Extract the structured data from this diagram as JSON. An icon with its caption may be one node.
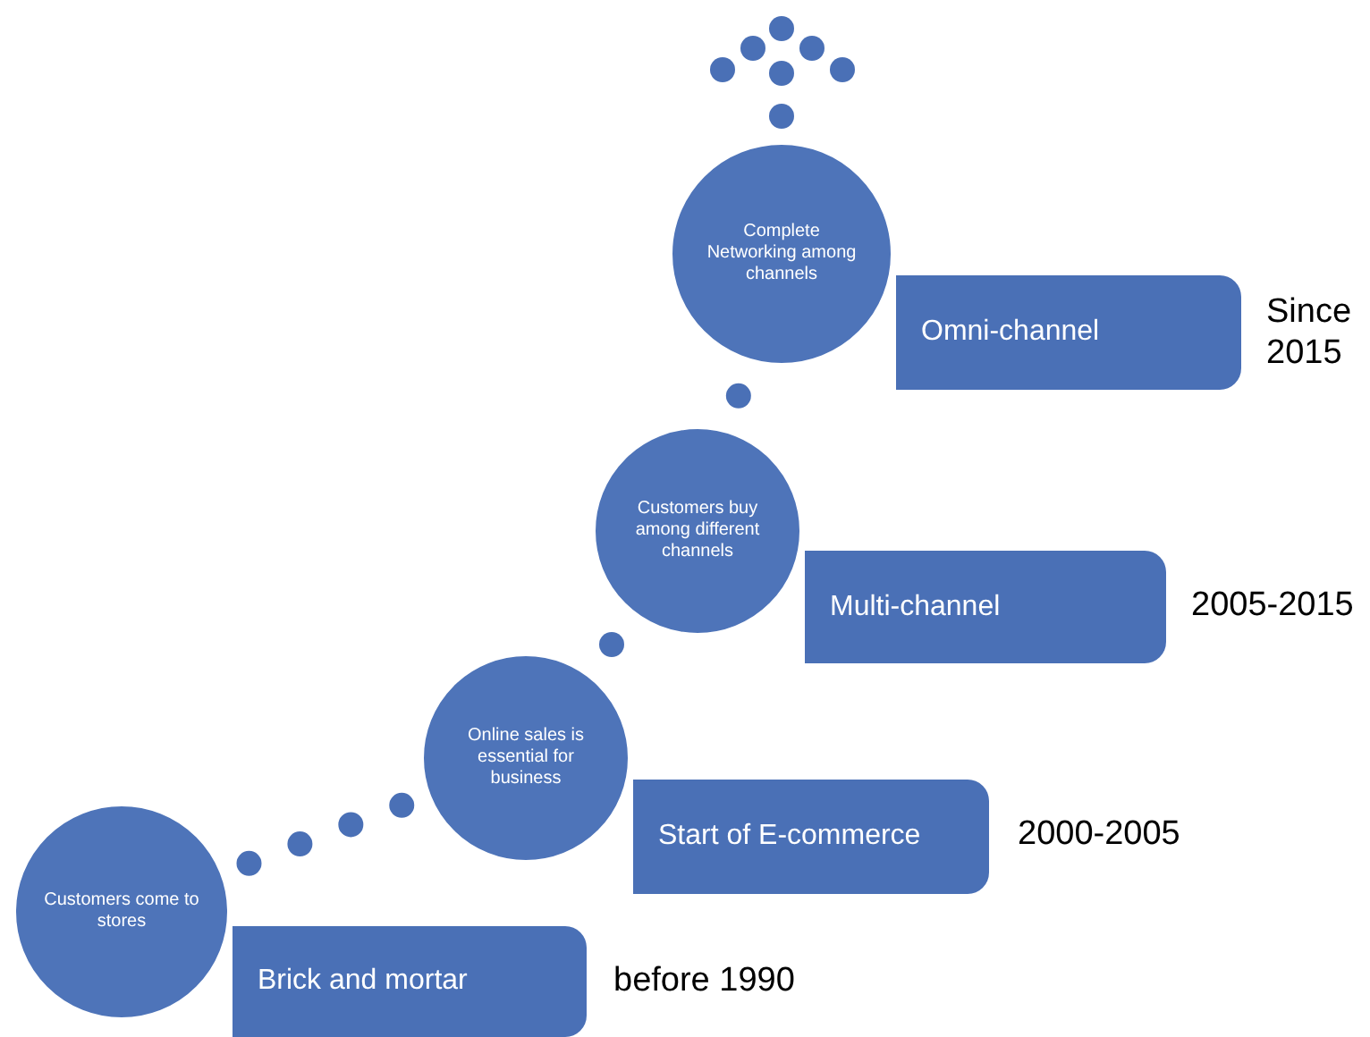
{
  "diagram": {
    "nodes": [
      {
        "text": [
          "Customers come to stores"
        ]
      },
      {
        "text": [
          "Brick and mortar"
        ],
        "beside": [
          "before 1990"
        ]
      },
      {
        "text": [
          "Online sales is essential for business"
        ]
      },
      {
        "text": [
          "Start of E-commerce"
        ],
        "beside": [
          "2000-2005"
        ]
      },
      {
        "text": [
          "Customers buy among different channels"
        ]
      },
      {
        "text": [
          "Multi-channel"
        ],
        "beside": [
          "2005-2015"
        ]
      },
      {
        "text": [
          "Complete Networking among channels"
        ]
      },
      {
        "text": [
          "Omni-channel"
        ],
        "beside": [
          "Since 2015"
        ]
      }
    ],
    "edges": [
      {
        "from": 0,
        "to": 2,
        "arrow": "none"
      },
      {
        "from": 2,
        "to": 4,
        "arrow": "none"
      },
      {
        "from": 4,
        "to": 6,
        "arrow": "none"
      }
    ]
  }
}
